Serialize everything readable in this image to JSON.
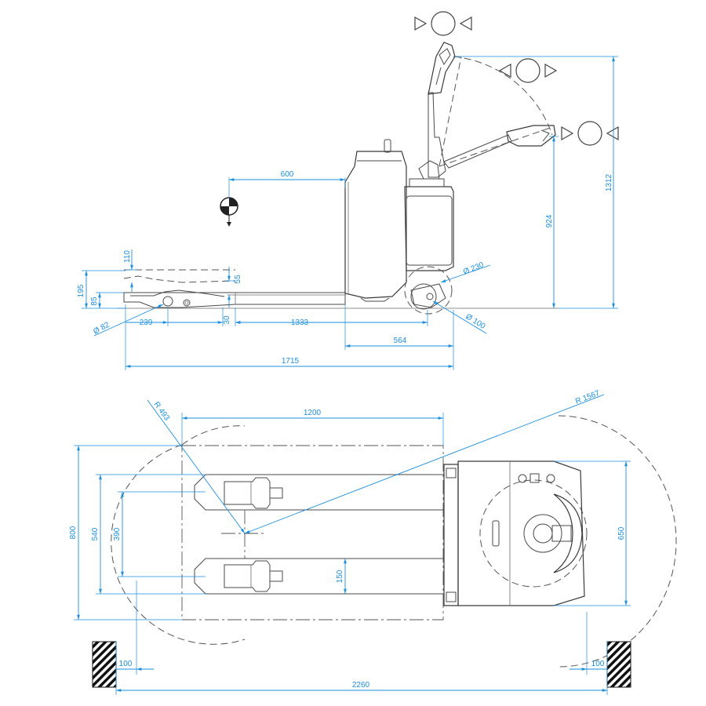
{
  "side_view": {
    "dimensions": {
      "fork_tip_height": "110",
      "total_fork_height": "195",
      "fork_height_lowered": "85",
      "fork_clearance": "55",
      "roller_diameter": "Ø 82",
      "roller_position": "239",
      "fork_thickness": "30",
      "fork_length": "1333",
      "load_center": "600",
      "drive_wheel_diameter": "Ø 230",
      "caster_diameter": "Ø 100",
      "drive_unit_length": "564",
      "overall_length": "1715",
      "tiller_height_min": "924",
      "tiller_height_max": "1312"
    }
  },
  "top_view": {
    "dimensions": {
      "inner_turn_radius": "R 493",
      "load_length": "1200",
      "turn_radius": "R 1567",
      "load_width": "800",
      "fork_outer_width": "540",
      "fork_inner_width": "390",
      "fork_width": "150",
      "body_width": "650",
      "left_clearance": "100",
      "right_clearance": "100",
      "aisle_width": "2260"
    }
  },
  "icons": [
    "gravity-center-icon",
    "brake-zone-icon",
    "drive-zone-icon",
    "forward-arrow-icon",
    "reverse-arrow-icon"
  ],
  "colors": {
    "dimension": "#1a8fe0",
    "outline": "#4a4a4a",
    "wall": "#111111"
  }
}
